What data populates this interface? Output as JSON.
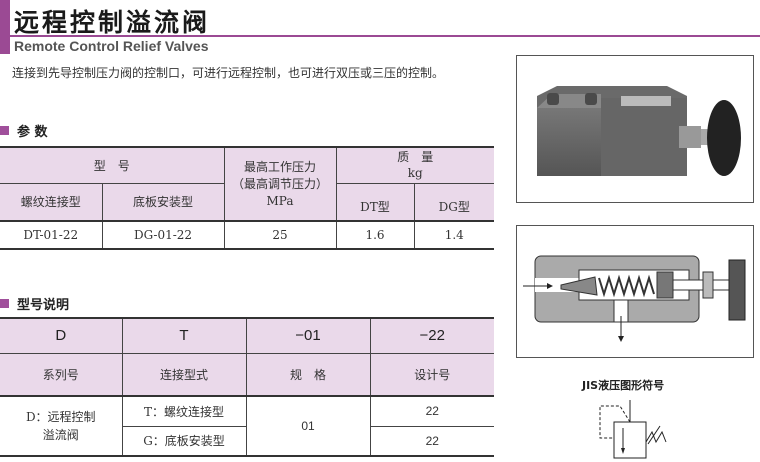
{
  "header": {
    "title": "远程控制溢流阀",
    "subtitle": "Remote Control Relief Valves",
    "description": "连接到先导控制压力阀的控制口，可进行远程控制，也可进行双压或三压的控制。"
  },
  "params": {
    "section_title": "参 数",
    "headers": {
      "model": "型　号",
      "threaded": "螺纹连接型",
      "subplate": "底板安装型",
      "max_pressure_line1": "最高工作压力",
      "max_pressure_line2": "（最高调节压力）",
      "max_pressure_unit": "MPa",
      "mass": "质　量",
      "mass_unit": "kg",
      "dt_type": "DT型",
      "dg_type": "DG型"
    },
    "rows": [
      {
        "threaded": "DT-01-22",
        "subplate": "DG-01-22",
        "pressure": "25",
        "dt_mass": "1.6",
        "dg_mass": "1.4"
      }
    ]
  },
  "model_code": {
    "section_title": "型号说明",
    "codes": [
      "D",
      "T",
      "−01",
      "−22"
    ],
    "labels": [
      "系列号",
      "连接型式",
      "规　格",
      "设计号"
    ],
    "series_desc_line1": "D：远程控制",
    "series_desc_line2": "溢流阀",
    "connection_options": [
      "T：螺纹连接型",
      "G：底板安装型"
    ],
    "size": "01",
    "design_numbers": [
      "22",
      "22"
    ]
  },
  "figures": {
    "jis_label": "JIS液压图形符号"
  },
  "colors": {
    "accent": "#9b4a94",
    "table_header_bg": "#ead9ea"
  }
}
